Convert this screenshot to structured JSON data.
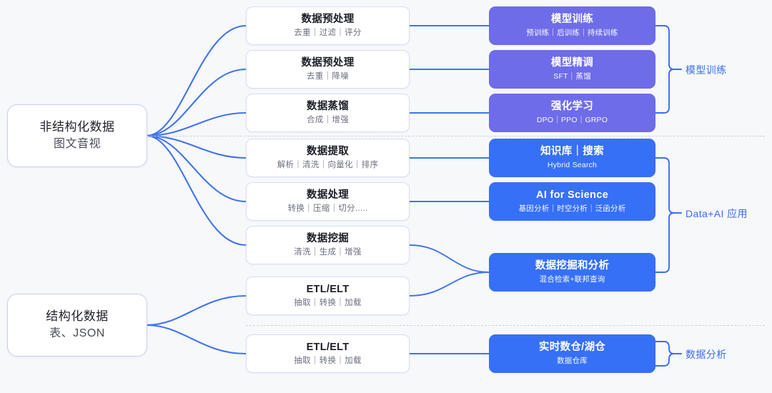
{
  "theme": {
    "bg": "#f7f8fa",
    "accent_blue": "#3b6df2",
    "box_blue": "#3670f7",
    "box_purple": "#6e6ce8",
    "line_blue": "#3f74ef",
    "divider": "#cfd2dd"
  },
  "sources": [
    {
      "id": "unstructured",
      "title": "非结构化数据",
      "subtitle": "图文音视"
    },
    {
      "id": "structured",
      "title": "结构化数据",
      "subtitle": "表、JSON"
    }
  ],
  "middle": [
    {
      "id": "pre-1",
      "title": "数据预处理",
      "subtitle": "去重｜过滤｜评分"
    },
    {
      "id": "pre-2",
      "title": "数据预处理",
      "subtitle": "去重｜降噪"
    },
    {
      "id": "distill",
      "title": "数据蒸馏",
      "subtitle": "合成｜增强"
    },
    {
      "id": "extract",
      "title": "数据提取",
      "subtitle": "解析｜清洗｜向量化｜排序"
    },
    {
      "id": "process",
      "title": "数据处理",
      "subtitle": "转换｜压缩｜切分....."
    },
    {
      "id": "mining",
      "title": "数据挖掘",
      "subtitle": "清洗｜生成｜增强"
    },
    {
      "id": "etl-1",
      "title": "ETL/ELT",
      "subtitle": "抽取｜转换｜加载"
    },
    {
      "id": "etl-2",
      "title": "ETL/ELT",
      "subtitle": "抽取｜转换｜加载"
    }
  ],
  "right": [
    {
      "id": "model-training",
      "title": "模型训练",
      "subtitle": "预训练｜后训练｜持续训练",
      "color": "purple"
    },
    {
      "id": "model-finetune",
      "title": "模型精调",
      "subtitle": "SFT｜蒸馏",
      "color": "purple"
    },
    {
      "id": "rl",
      "title": "强化学习",
      "subtitle": "DPO｜PPO｜GRPO",
      "color": "purple"
    },
    {
      "id": "kb-search",
      "title": "知识库｜搜索",
      "subtitle": "Hybrid Search",
      "color": "blue"
    },
    {
      "id": "ai-science",
      "title": "AI for Science",
      "subtitle": "基因分析｜时空分析｜泛函分析",
      "color": "blue"
    },
    {
      "id": "mining-analysis",
      "title": "数据挖掘和分析",
      "subtitle": "混合检索+联邦查询",
      "color": "blue"
    },
    {
      "id": "realtime-dw",
      "title": "实时数仓/湖仓",
      "subtitle": "数据仓库",
      "color": "blue"
    }
  ],
  "groups": [
    {
      "id": "group-model-training",
      "label": "模型训练"
    },
    {
      "id": "group-data-ai",
      "label": "Data+AI 应用"
    },
    {
      "id": "group-data-analysis",
      "label": "数据分析"
    }
  ]
}
